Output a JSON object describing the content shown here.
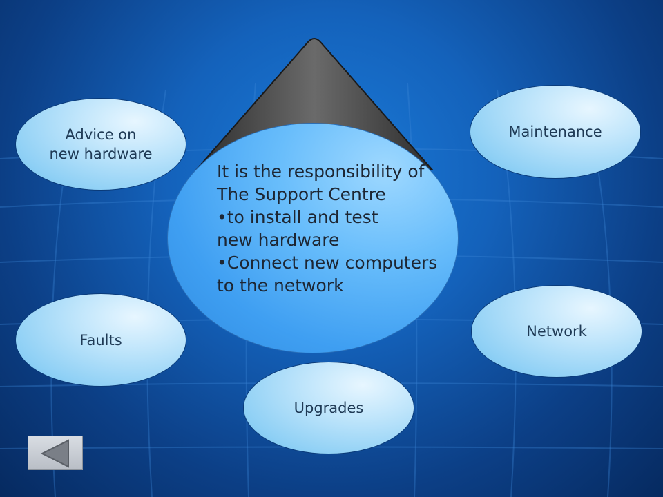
{
  "bubbles": {
    "advice": "Advice on\nnew hardware",
    "maintenance": "Maintenance",
    "faults": "Faults",
    "network": "Network",
    "upgrades": "Upgrades"
  },
  "center": {
    "line1": "It is the responsibility of",
    "line2": "The Support Centre",
    "line3": "•to install and test",
    "line4": "new hardware",
    "line5": "•Connect new computers",
    "line6": "to the network"
  },
  "icons": {
    "back": "back-arrow-icon"
  }
}
